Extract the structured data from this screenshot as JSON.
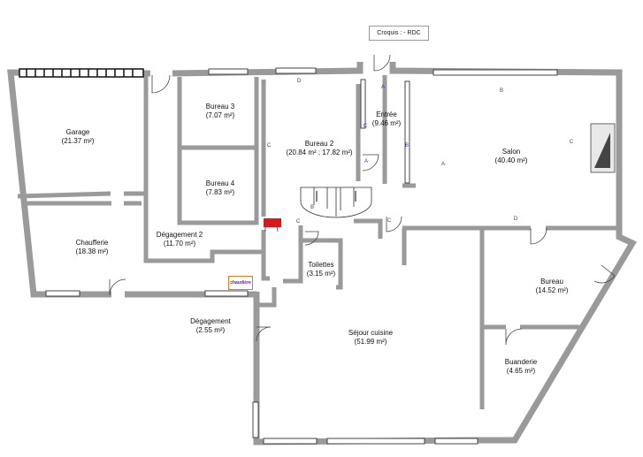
{
  "header": {
    "title": "Croquis :  - RDC"
  },
  "rooms": [
    {
      "id": "garage",
      "name": "Garage",
      "area": "(21.37 m²)"
    },
    {
      "id": "chaufferie",
      "name": "Chaufferie",
      "area": "(18.38 m²)"
    },
    {
      "id": "bureau3",
      "name": "Bureau 3",
      "area": "(7.07 m²)"
    },
    {
      "id": "bureau4",
      "name": "Bureau 4",
      "area": "(7.83 m²)"
    },
    {
      "id": "bureau2",
      "name": "Bureau 2",
      "area": "(20.84 m² ; 17.82 m²)"
    },
    {
      "id": "entree",
      "name": "Entrée",
      "area": "(9.46 m²)"
    },
    {
      "id": "salon",
      "name": "Salon",
      "area": "(40.40 m²)"
    },
    {
      "id": "degagement2",
      "name": "Dégagement 2",
      "area": "(11.70 m²)"
    },
    {
      "id": "toilettes",
      "name": "Toilettes",
      "area": "(3.15 m²)"
    },
    {
      "id": "bureau",
      "name": "Bureau",
      "area": "(14.52 m²)"
    },
    {
      "id": "degagement",
      "name": "Dégagement",
      "area": "(2.55 m²)"
    },
    {
      "id": "sejour",
      "name": "Séjour cuisine",
      "area": "(51.99 m²)"
    },
    {
      "id": "buanderie",
      "name": "Buanderie",
      "area": "(4.65 m²)"
    }
  ],
  "equipment": {
    "boiler_label": "chaudière"
  },
  "markers": [
    "D",
    "A",
    "B",
    "C",
    "B",
    "C",
    "A",
    "C",
    "B",
    "A",
    "D",
    "C",
    "C"
  ],
  "colors": {
    "wall": "#9a9a9a",
    "marker": "#2b3fa8",
    "boiler_border": "#e2801c",
    "heater": "#d81a1a"
  }
}
